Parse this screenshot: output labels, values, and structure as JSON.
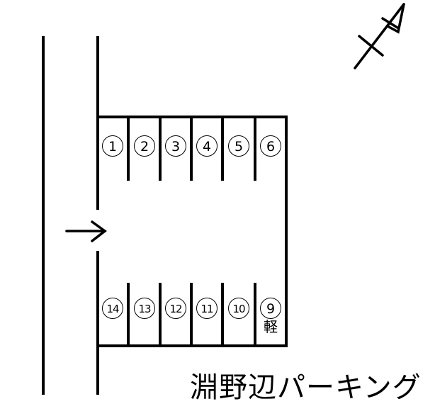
{
  "title": "淵野辺パーキング",
  "north_symbol": "north-arrow",
  "entrance_arrow": "→",
  "top_row_stalls": [
    {
      "number": "1",
      "glyph": "①"
    },
    {
      "number": "2",
      "glyph": "②"
    },
    {
      "number": "3",
      "glyph": "③"
    },
    {
      "number": "4",
      "glyph": "④"
    },
    {
      "number": "5",
      "glyph": "⑤"
    },
    {
      "number": "6",
      "glyph": "⑥"
    }
  ],
  "bottom_row_stalls": [
    {
      "number": "14",
      "glyph": "⑭"
    },
    {
      "number": "13",
      "glyph": "⑬"
    },
    {
      "number": "12",
      "glyph": "⑫"
    },
    {
      "number": "11",
      "glyph": "⑪"
    },
    {
      "number": "10",
      "glyph": "⑩"
    },
    {
      "number": "9",
      "glyph": "⑨",
      "note": "軽"
    }
  ],
  "colors": {
    "line": "#000000",
    "background": "#ffffff"
  }
}
